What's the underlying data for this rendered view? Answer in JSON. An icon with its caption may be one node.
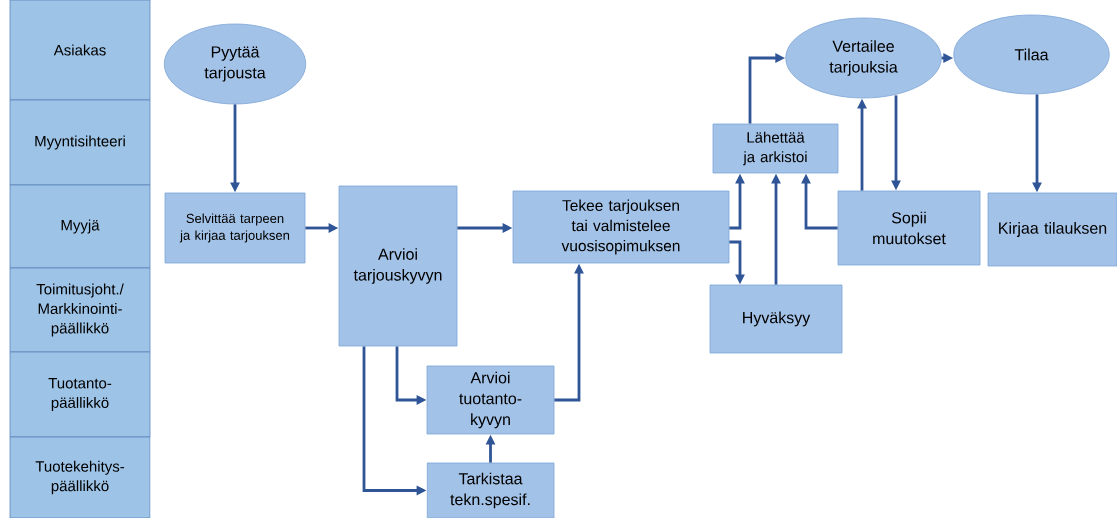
{
  "diagram": {
    "nodes": [
      {
        "text": [
          "Asiakas"
        ]
      },
      {
        "text": [
          "Myyntisihteeri"
        ]
      },
      {
        "text": [
          "Myyjä"
        ]
      },
      {
        "text": [
          "Toimitusjoht./ Markkinointi-päällikkö"
        ]
      },
      {
        "text": [
          "Tuotanto-päällikkö"
        ]
      },
      {
        "text": [
          "Tuotekehitys-päällikkö"
        ]
      },
      {
        "text": [
          "Pyytää tarjousta"
        ]
      },
      {
        "text": [
          "Selvittää tarpeen ja kirjaa tarjouksen"
        ]
      },
      {
        "text": [
          "Arvioi tarjouskyvyn"
        ]
      },
      {
        "text": [
          "Tekee tarjouksen tai valmistelee vuosisopimuksen"
        ]
      },
      {
        "text": [
          "Lähettää ja arkistoi"
        ]
      },
      {
        "text": [
          "Vertailee tarjouksia"
        ]
      },
      {
        "text": [
          "Tilaa"
        ]
      },
      {
        "text": [
          "Hyväksyy"
        ]
      },
      {
        "text": [
          "Sopii muutokset"
        ]
      },
      {
        "text": [
          "Kirjaa tilauksen"
        ]
      },
      {
        "text": [
          "Arvioi tuotanto-kyvyn"
        ]
      },
      {
        "text": [
          "Tarkistaa tekn.spesif."
        ]
      }
    ],
    "edges": [
      {
        "from": 6,
        "to": 7,
        "arrow": "to"
      },
      {
        "from": 7,
        "to": 8,
        "arrow": "to"
      },
      {
        "from": 8,
        "to": 9,
        "arrow": "to"
      },
      {
        "from": 8,
        "to": 16,
        "arrow": "to"
      },
      {
        "from": 8,
        "to": 17,
        "arrow": "to"
      },
      {
        "from": 17,
        "to": 16,
        "arrow": "to"
      },
      {
        "from": 16,
        "to": 9,
        "arrow": "to"
      },
      {
        "from": 9,
        "to": 10,
        "arrow": "to"
      },
      {
        "from": 9,
        "to": 13,
        "arrow": "to"
      },
      {
        "from": 13,
        "to": 10,
        "arrow": "to"
      },
      {
        "from": 14,
        "to": 10,
        "arrow": "to"
      },
      {
        "from": 10,
        "to": 11,
        "arrow": "to"
      },
      {
        "from": 14,
        "to": 11,
        "arrow": "to"
      },
      {
        "from": 11,
        "to": 14,
        "arrow": "to"
      },
      {
        "from": 11,
        "to": 12,
        "arrow": "to"
      },
      {
        "from": 12,
        "to": 15,
        "arrow": "to"
      }
    ]
  }
}
